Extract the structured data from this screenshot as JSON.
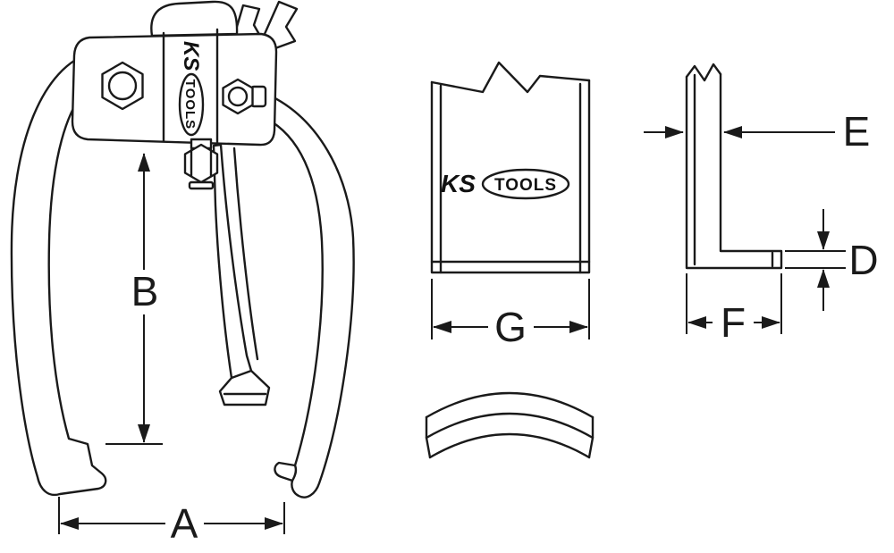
{
  "colors": {
    "line": "#1a1a1a",
    "background": "#ffffff"
  },
  "dimension_labels": {
    "a": "A",
    "b": "B",
    "d": "D",
    "e": "E",
    "f": "F",
    "g": "G"
  },
  "brand": {
    "ks": "KS",
    "tools": "TOOLS"
  }
}
